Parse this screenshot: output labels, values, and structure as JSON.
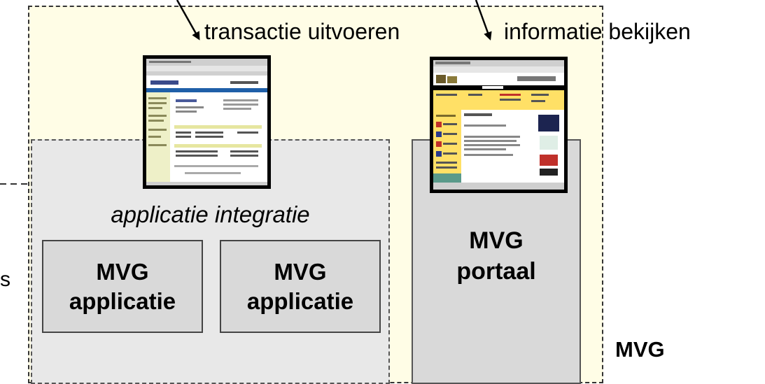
{
  "labels": {
    "transaction": "transactie uitvoeren",
    "information": "informatie bekijken",
    "integration": "applicatie integratie",
    "left_partial": "s",
    "corner": "MVG"
  },
  "apps": [
    {
      "line1": "MVG",
      "line2": "applicatie"
    },
    {
      "line1": "MVG",
      "line2": "applicatie"
    }
  ],
  "portal": {
    "line1": "MVG",
    "line2": "portaal"
  },
  "screenshots": [
    {
      "icon": "web-application-screenshot"
    },
    {
      "icon": "portal-website-screenshot",
      "brand_colors": [
        "#ffe066",
        "#2a3a8a",
        "#c0302a"
      ]
    }
  ]
}
